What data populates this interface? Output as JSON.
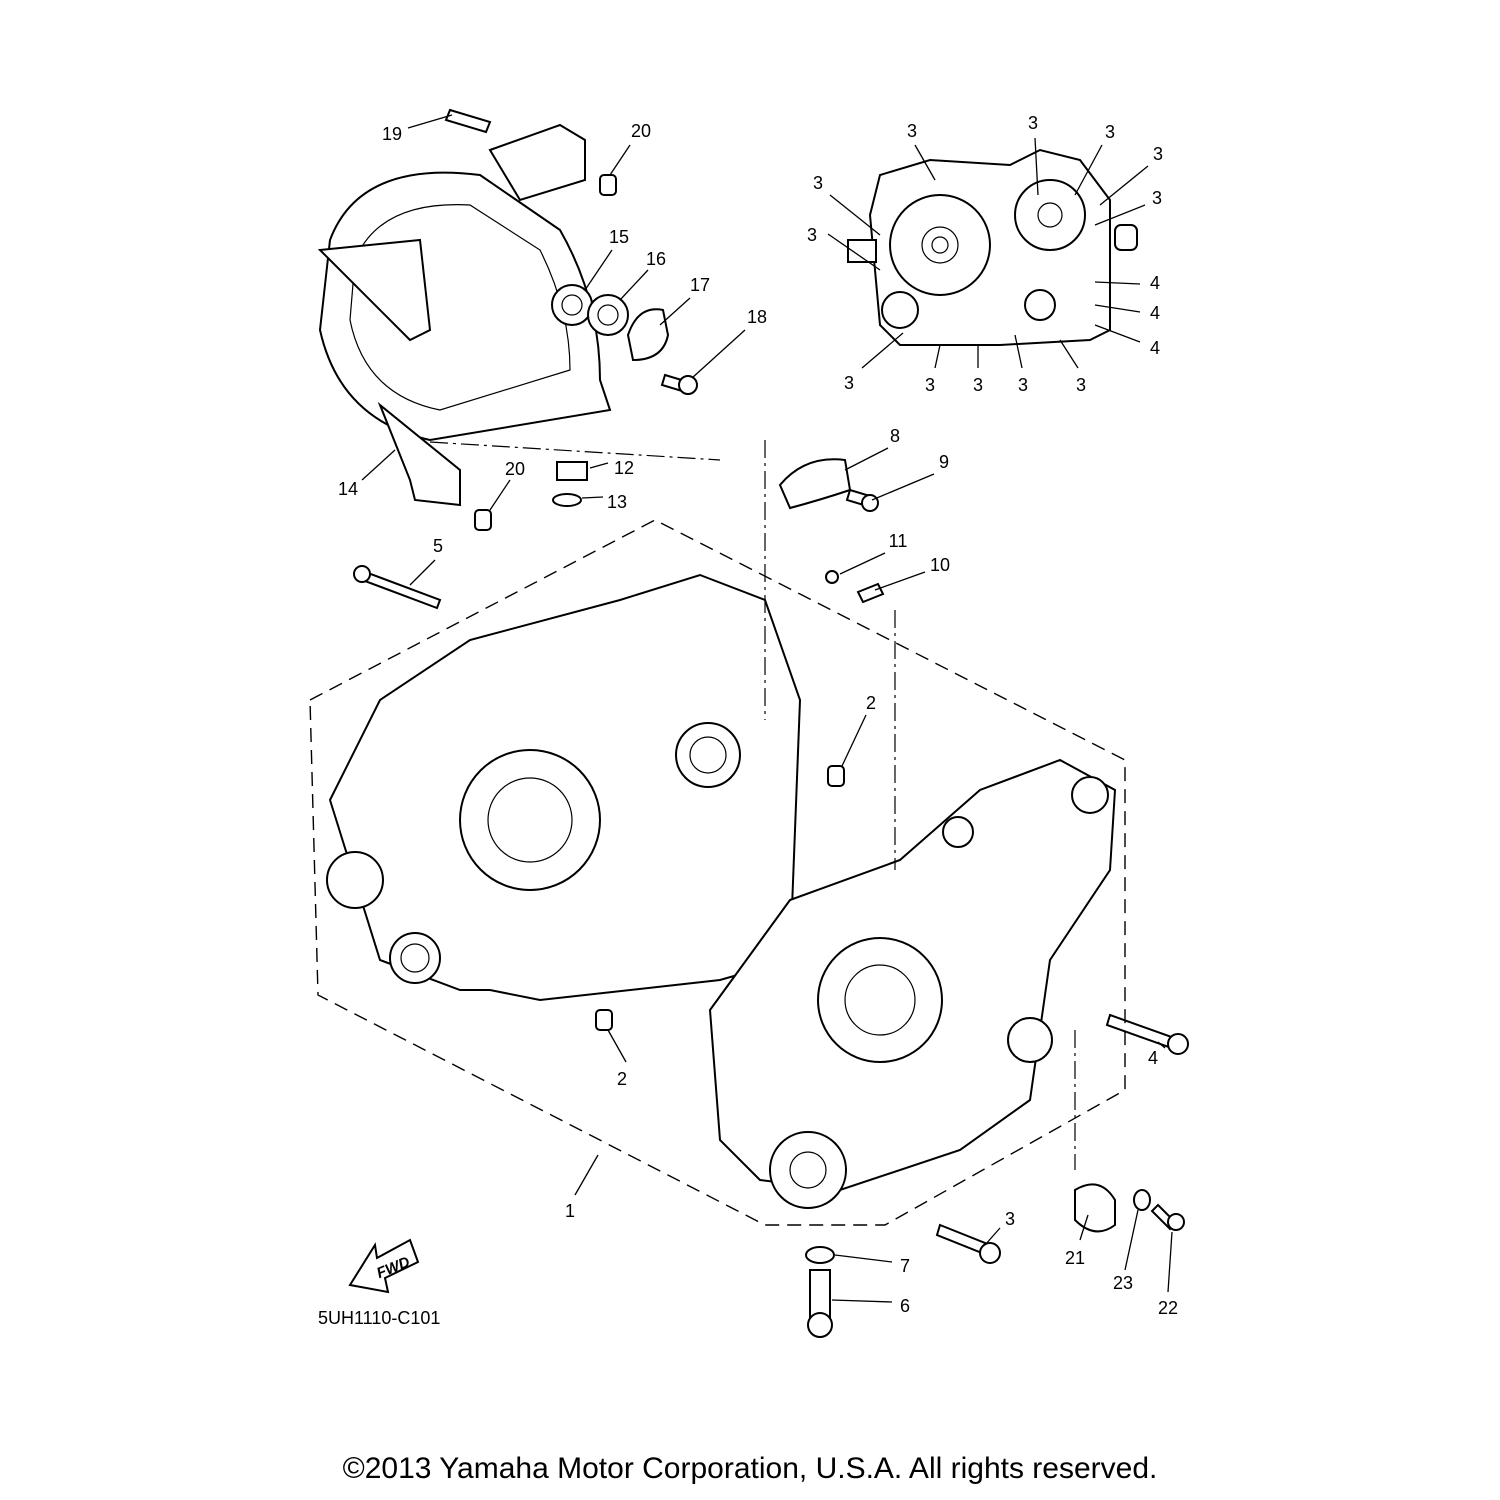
{
  "diagram": {
    "title": "Crankcase",
    "diagram_code": "5UH1110-C101",
    "fwd_label": "FWD",
    "copyright": "©2013 Yamaha Motor Corporation, U.S.A. All rights reserved.",
    "callouts": [
      "19",
      "20",
      "15",
      "16",
      "17",
      "18",
      "14",
      "20",
      "12",
      "13",
      "8",
      "9",
      "11",
      "10",
      "5",
      "2",
      "2",
      "4",
      "1",
      "3",
      "7",
      "6",
      "21",
      "23",
      "22"
    ],
    "inset_callouts": [
      "3",
      "3",
      "3",
      "3",
      "3",
      "3",
      "3",
      "3",
      "3",
      "3",
      "3",
      "3",
      "4",
      "4",
      "4"
    ]
  }
}
